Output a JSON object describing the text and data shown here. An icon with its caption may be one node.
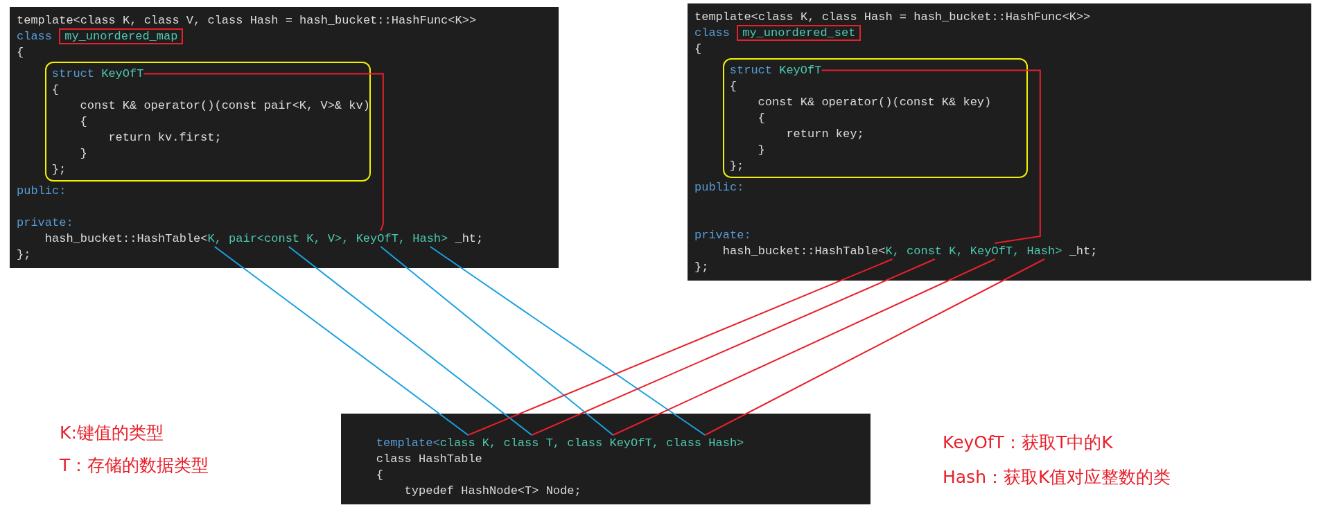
{
  "diagram": {
    "nodes": [
      {
        "text": [
          "template<class K, class V, class Hash = hash_bucket::HashFunc<K>>",
          "class",
          "{",
          "public:",
          "private:",
          "hash_bucket::HashTable<",
          "_ht;",
          "};"
        ]
      },
      {
        "text": [
          "my_unordered_map"
        ],
        "in": 0
      },
      {
        "text": [
          "struct",
          "{",
          "const K& operator()(const pair<K, V>& kv)",
          "{",
          "return kv.first;",
          "}",
          "};"
        ],
        "in": 0
      },
      {
        "text": [
          "KeyOfT"
        ],
        "in": 2
      },
      {
        "text": [
          "K,"
        ],
        "in": 0
      },
      {
        "text": [
          "pair<const K, V>,"
        ],
        "in": 0
      },
      {
        "text": [
          "KeyOfT,"
        ],
        "in": 0
      },
      {
        "text": [
          "Hash>"
        ],
        "in": 0
      },
      {
        "text": [
          "template<class K, class Hash = hash_bucket::HashFunc<K>>",
          "class",
          "{",
          "public:",
          "private:",
          "hash_bucket::HashTable<",
          "_ht;",
          "};"
        ]
      },
      {
        "text": [
          "my_unordered_set"
        ],
        "in": 8
      },
      {
        "text": [
          "struct",
          "{",
          "const K& operator()(const K& key)",
          "{",
          "return key;",
          "}",
          "};"
        ],
        "in": 8
      },
      {
        "text": [
          "KeyOfT"
        ],
        "in": 10
      },
      {
        "text": [
          "K,"
        ],
        "in": 8
      },
      {
        "text": [
          "const K,"
        ],
        "in": 8
      },
      {
        "text": [
          "KeyOfT,"
        ],
        "in": 8
      },
      {
        "text": [
          "Hash>"
        ],
        "in": 8
      },
      {
        "text": [
          "template<",
          "class HashTable",
          "{",
          "typedef HashNode<T> Node;"
        ]
      },
      {
        "text": [
          "class K,"
        ],
        "in": 16
      },
      {
        "text": [
          "class T,"
        ],
        "in": 16
      },
      {
        "text": [
          "class KeyOfT,"
        ],
        "in": 16
      },
      {
        "text": [
          "class Hash>"
        ],
        "in": 16
      }
    ],
    "edges": [
      {
        "from": 3,
        "to": 6,
        "arrow": "none"
      },
      {
        "from": 4,
        "to": 17,
        "arrow": "none",
        "color": "#1ba1e2"
      },
      {
        "from": 5,
        "to": 18,
        "arrow": "none",
        "color": "#1ba1e2"
      },
      {
        "from": 6,
        "to": 19,
        "arrow": "none",
        "color": "#1ba1e2"
      },
      {
        "from": 7,
        "to": 20,
        "arrow": "none",
        "color": "#1ba1e2"
      },
      {
        "from": 11,
        "to": 14,
        "arrow": "none"
      },
      {
        "from": 12,
        "to": 17,
        "arrow": "none"
      },
      {
        "from": 13,
        "to": 18,
        "arrow": "none"
      },
      {
        "from": 14,
        "to": 19,
        "arrow": "none"
      },
      {
        "from": 15,
        "to": 20,
        "arrow": "none"
      }
    ],
    "labels": [
      "K:键值的类型",
      "T：存储的数据类型",
      "KeyOfT：获取T中的K",
      "Hash：获取K值对应整数的类"
    ]
  }
}
